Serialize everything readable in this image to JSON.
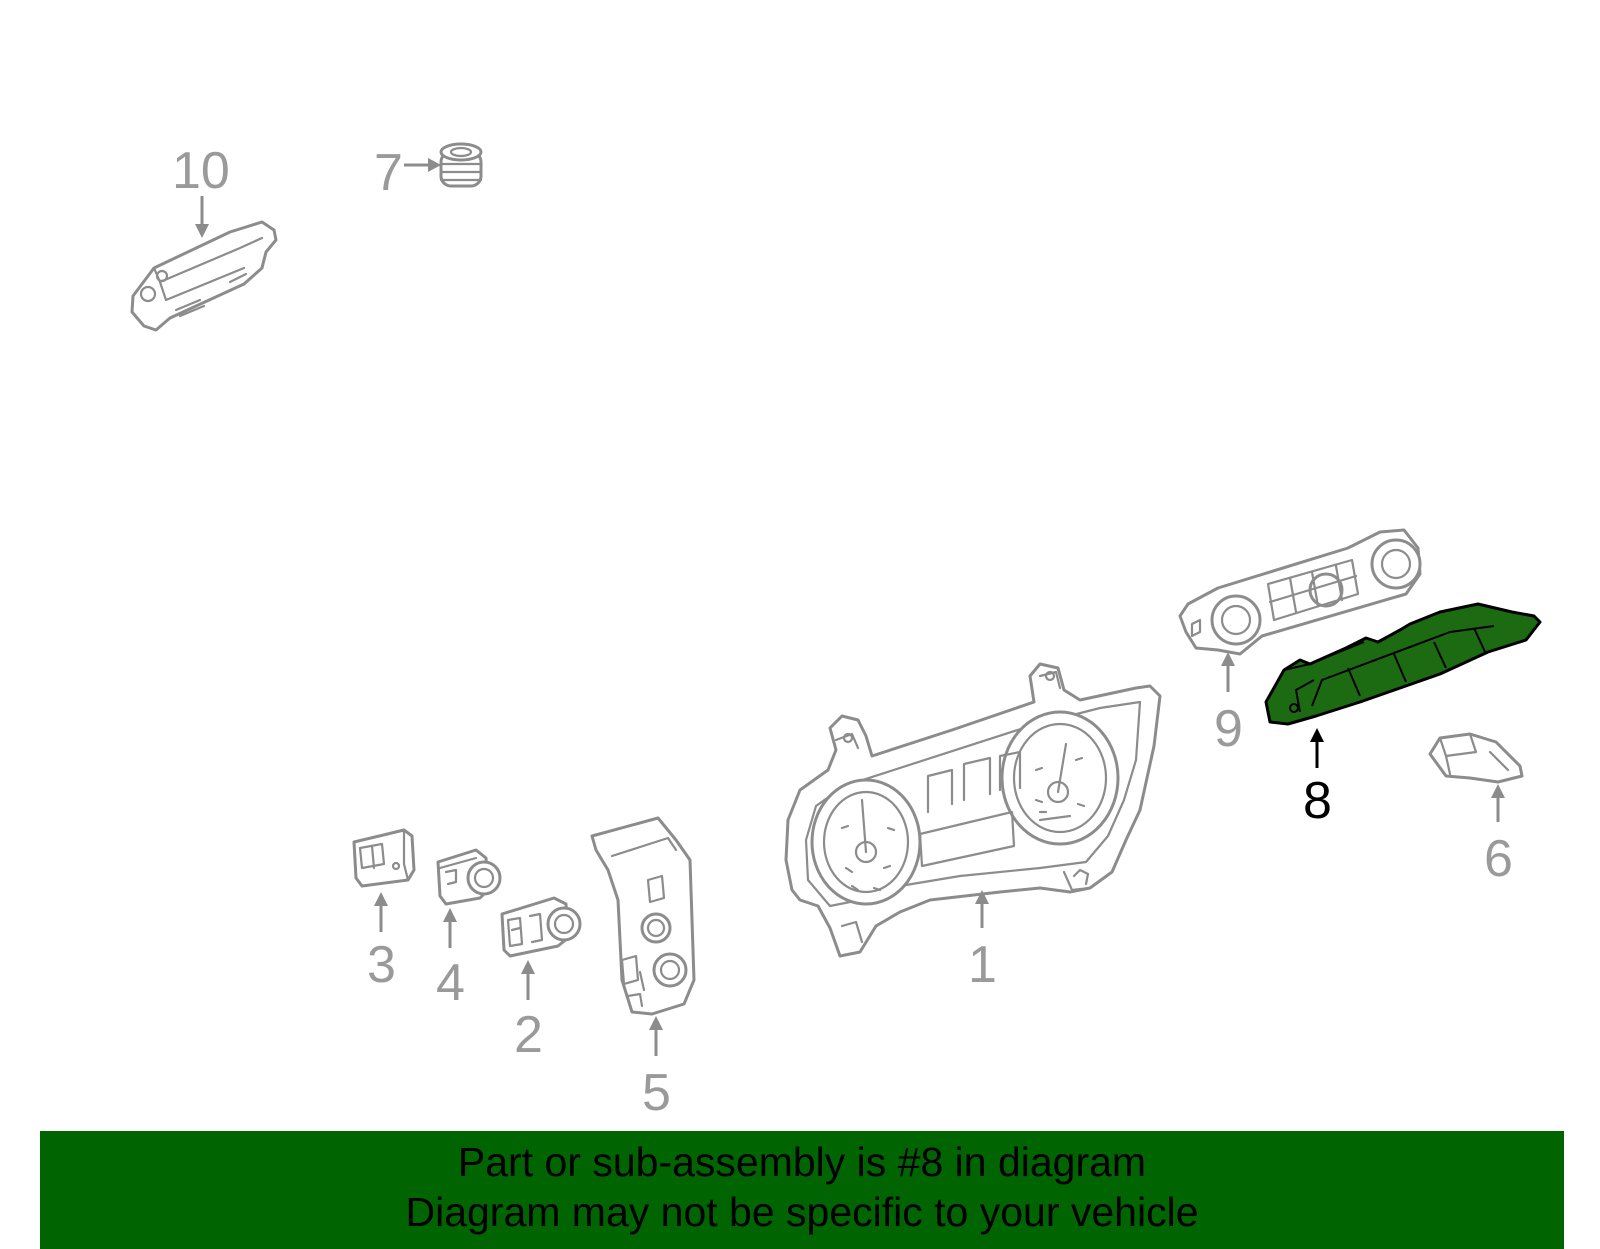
{
  "diagram": {
    "callouts": [
      {
        "number": "1",
        "highlighted": false
      },
      {
        "number": "2",
        "highlighted": false
      },
      {
        "number": "3",
        "highlighted": false
      },
      {
        "number": "4",
        "highlighted": false
      },
      {
        "number": "5",
        "highlighted": false
      },
      {
        "number": "6",
        "highlighted": false
      },
      {
        "number": "7",
        "highlighted": false
      },
      {
        "number": "8",
        "highlighted": true
      },
      {
        "number": "9",
        "highlighted": false
      },
      {
        "number": "10",
        "highlighted": false
      }
    ],
    "highlight_color": "#1c6b12",
    "line_color": "#8c8c8c"
  },
  "banner": {
    "line1": "Part or sub-assembly is #8 in diagram",
    "line2": "Diagram may not be specific to your vehicle",
    "background_color": "#006400"
  }
}
